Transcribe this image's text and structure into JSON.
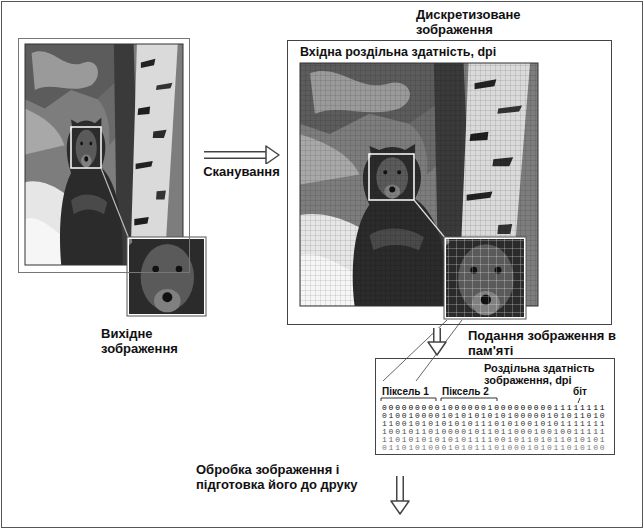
{
  "diagram": {
    "nodes": [
      {
        "text": [
          "Вихідне зображення"
        ]
      },
      {
        "text": [
          "Дискретизоване зображення",
          "Вхідна роздільна здатність, dpi"
        ]
      },
      {
        "text": [
          "Роздільна здатність зображення, dpi",
          "Піксель 1",
          "Піксель 2",
          "біт",
          "0000000001000000100000000011111111",
          "0100100001010101010100000101011010",
          "1100101010101011101010010101111111",
          "1001011010000101101100010010011111",
          "1101010101010111100101101011010101",
          "0110101000101011101000101011010100"
        ]
      }
    ],
    "edges": [
      {
        "from": 0,
        "to": 1,
        "arrow": "to",
        "label": "Сканування"
      },
      {
        "from": 1,
        "to": 2,
        "arrow": "to",
        "label": "Подання зображення в пам'яті"
      }
    ],
    "labels": [
      "Обробка зображення і підготовка його до друку"
    ]
  }
}
